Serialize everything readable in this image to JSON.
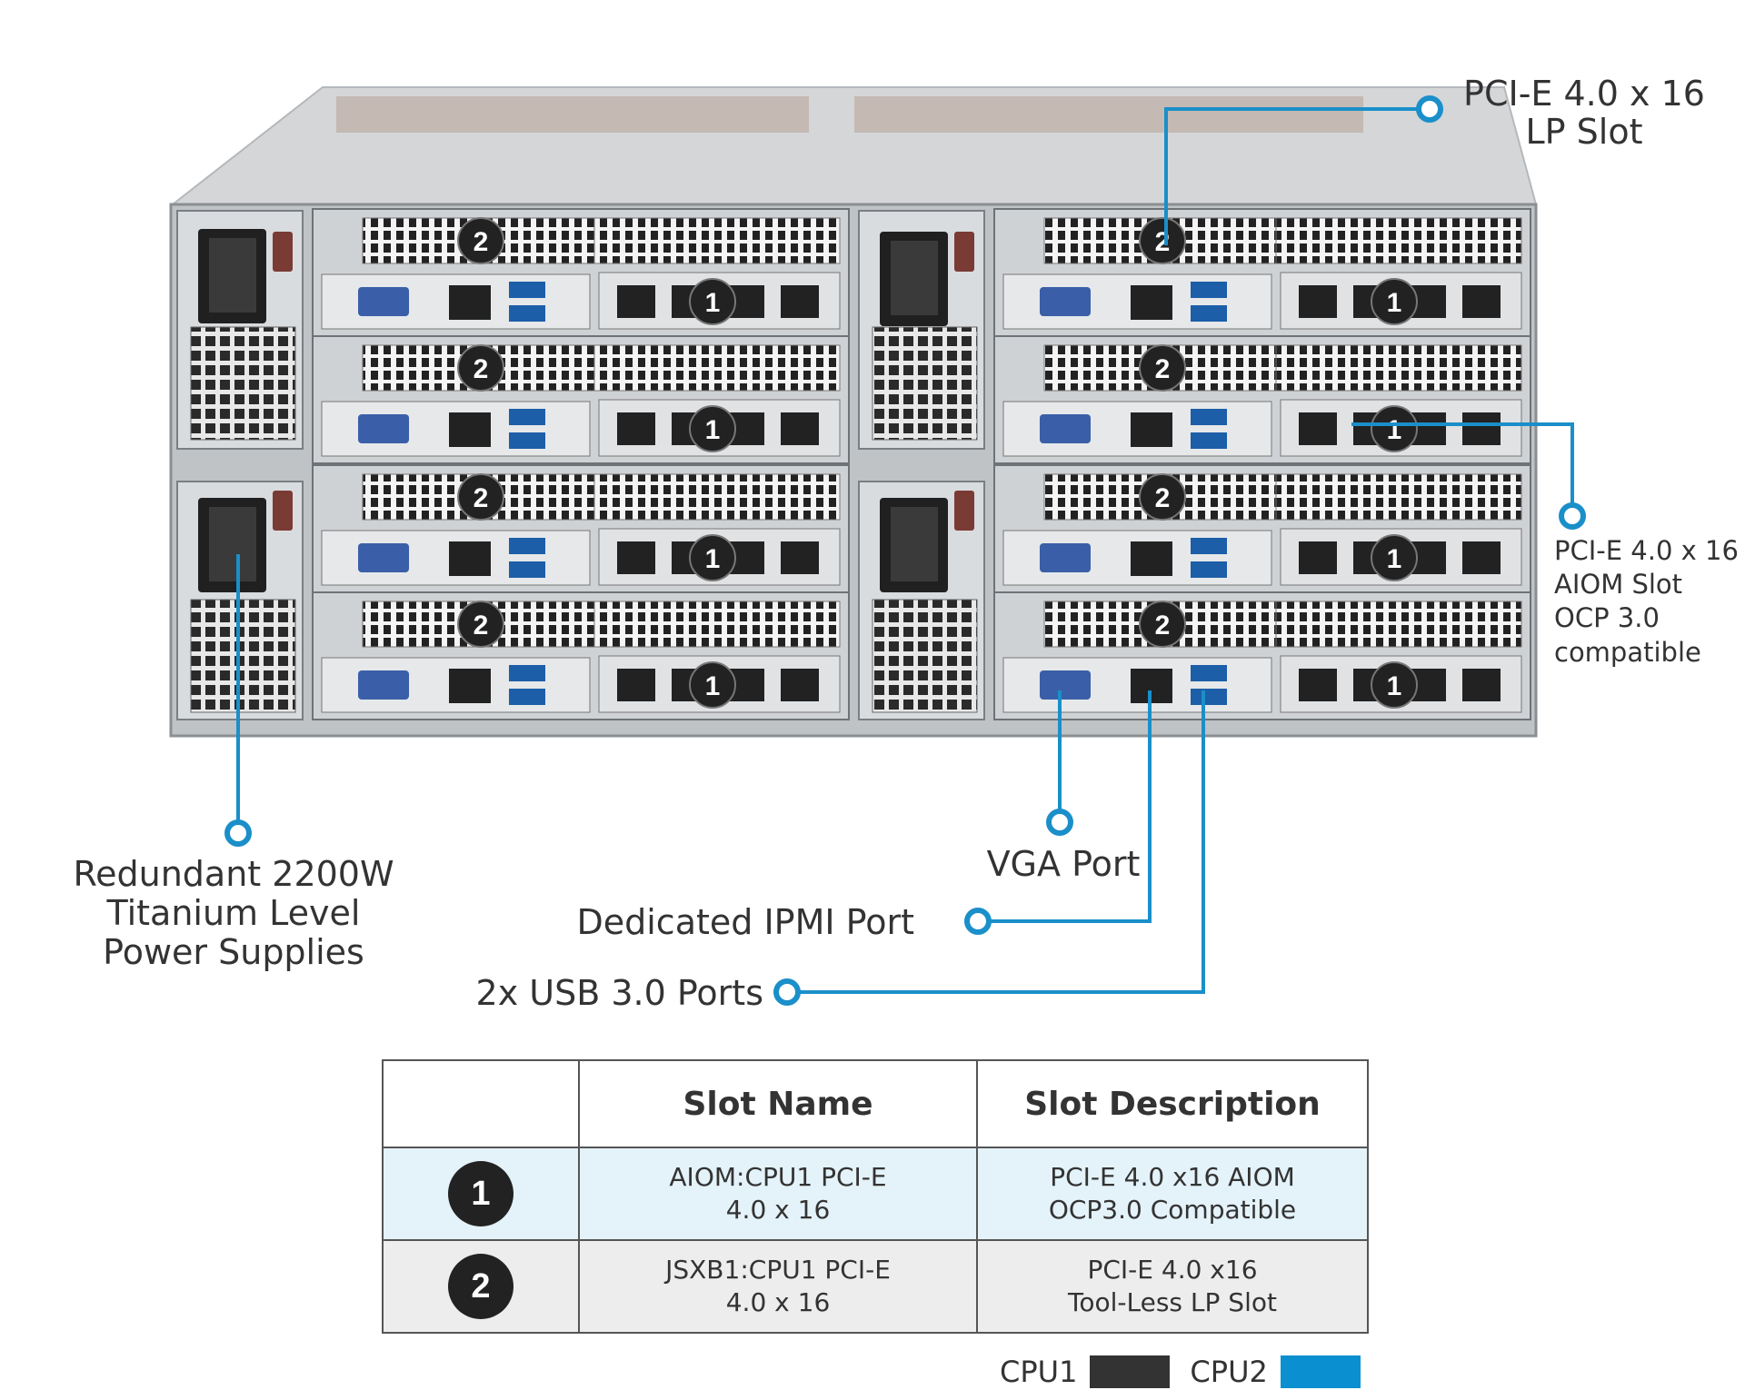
{
  "callouts": {
    "lp_slot": [
      "PCI-E 4.0 x 16",
      "LP Slot"
    ],
    "aiom_slot": [
      "PCI-E 4.0 x 16",
      "AIOM Slot",
      "OCP 3.0",
      "compatible"
    ],
    "power": [
      "Redundant 2200W",
      "Titanium Level",
      "Power Supplies"
    ],
    "vga": "VGA Port",
    "ipmi": "Dedicated IPMI Port",
    "usb": "2x USB 3.0 Ports"
  },
  "badges": {
    "one": "1",
    "two": "2"
  },
  "table": {
    "headers": [
      "",
      "Slot Name",
      "Slot Description"
    ],
    "rows": [
      {
        "badge": "1",
        "name": [
          "AIOM:CPU1 PCI-E",
          "4.0 x 16"
        ],
        "desc": [
          "PCI-E 4.0 x16 AIOM",
          "OCP3.0 Compatible"
        ]
      },
      {
        "badge": "2",
        "name": [
          "JSXB1:CPU1 PCI-E",
          "4.0 x 16"
        ],
        "desc": [
          "PCI-E 4.0 x16",
          "Tool-Less LP Slot"
        ]
      }
    ]
  },
  "legend": [
    {
      "label": "CPU1",
      "color": "#333333"
    },
    {
      "label": "CPU2",
      "color": "#0a8fd0"
    }
  ],
  "colors": {
    "callout_line": "#1a8fc9",
    "badge": "#222222",
    "chassis": "#c9cdd0"
  }
}
